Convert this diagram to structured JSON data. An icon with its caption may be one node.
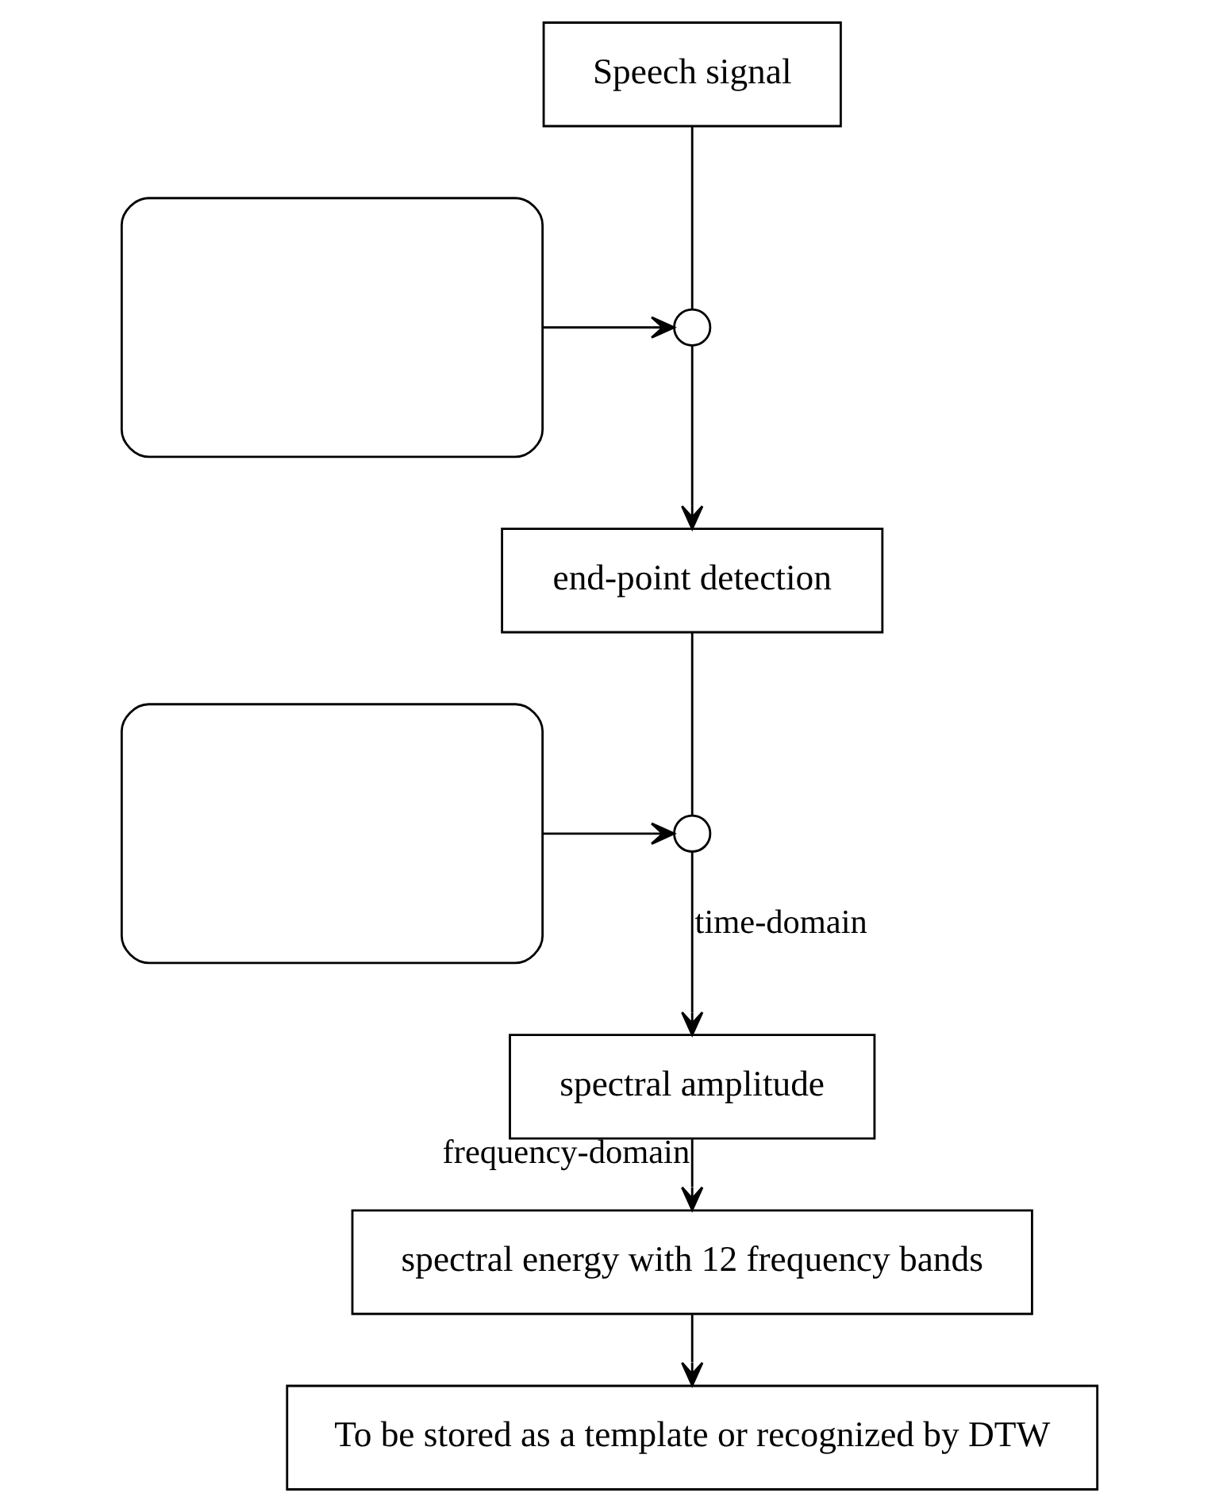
{
  "diagram": {
    "nodes": [
      {
        "text": [
          "Speech signal"
        ]
      },
      {
        "text": [],
        "shape": "box"
      },
      {
        "text": [],
        "shape": "circle"
      },
      {
        "text": [
          "end-point detection"
        ]
      },
      {
        "text": [],
        "shape": "box"
      },
      {
        "text": [],
        "shape": "circle"
      },
      {
        "text": [
          "spectral amplitude"
        ]
      },
      {
        "text": [
          "spectral energy with 12 frequency bands"
        ]
      },
      {
        "text": [
          "To be stored as a template or recognized by DTW"
        ]
      }
    ],
    "edges": [
      {
        "from": 0,
        "to": 2,
        "arrow": "none"
      },
      {
        "from": 1,
        "to": 2,
        "arrow": "to"
      },
      {
        "from": 2,
        "to": 3,
        "arrow": "to"
      },
      {
        "from": 3,
        "to": 5,
        "arrow": "none"
      },
      {
        "from": 4,
        "to": 5,
        "arrow": "to"
      },
      {
        "from": 5,
        "to": 6,
        "arrow": "to",
        "label": "time-domain"
      },
      {
        "from": 6,
        "to": 7,
        "arrow": "to",
        "label": "frequency-domain"
      },
      {
        "from": 7,
        "to": 8,
        "arrow": "to"
      }
    ]
  }
}
